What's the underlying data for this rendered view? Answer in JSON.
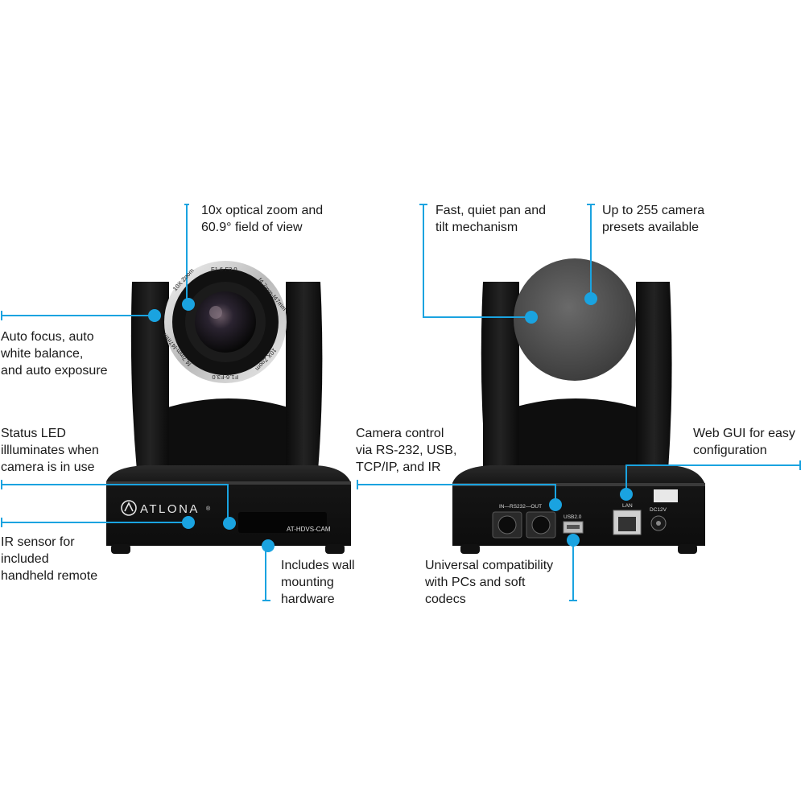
{
  "accent_color": "#1aa3e0",
  "brand": {
    "name": "ATLONA",
    "mark": "®",
    "model": "AT-HDVS-CAM"
  },
  "lens_print": {
    "aperture": "F1.6-F3.0",
    "zoom": "10X Zoom",
    "focal": "f4.7mm-f47mm"
  },
  "ports": {
    "rs232": "IN—RS232—OUT",
    "usb": "USB2.0",
    "lan": "LAN",
    "dc": "DC12V"
  },
  "callouts": {
    "optical_zoom": [
      "10x optical zoom and",
      "60.9° field of view"
    ],
    "auto_focus": [
      "Auto focus, auto",
      "white balance,",
      "and auto exposure"
    ],
    "status_led": [
      "Status LED",
      "illluminates when",
      "camera is in use"
    ],
    "ir_sensor": [
      "IR sensor for",
      "included",
      "handheld remote"
    ],
    "wall_mount": [
      "Includes wall",
      "mounting",
      "hardware"
    ],
    "pan_tilt": [
      "Fast, quiet pan and",
      "tilt mechanism"
    ],
    "presets": [
      "Up to 255 camera",
      "presets available"
    ],
    "camera_control": [
      "Camera control",
      "via RS-232, USB,",
      "TCP/IP, and IR"
    ],
    "web_gui": [
      "Web GUI for easy",
      "configuration"
    ],
    "compatibility": [
      "Universal compatibility",
      "with PCs and soft",
      "codecs"
    ]
  }
}
